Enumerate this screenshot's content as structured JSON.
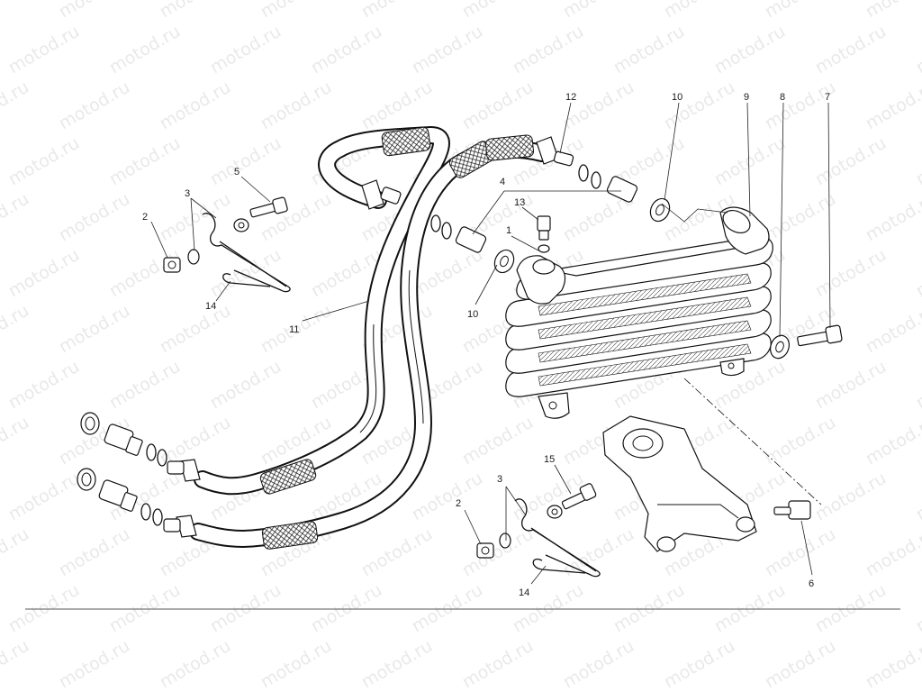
{
  "watermark": {
    "text": "motod.ru",
    "color": "#e9e9e9"
  },
  "callouts": [
    {
      "id": "c12",
      "label": "12"
    },
    {
      "id": "c10a",
      "label": "10"
    },
    {
      "id": "c9",
      "label": "9"
    },
    {
      "id": "c8",
      "label": "8"
    },
    {
      "id": "c7",
      "label": "7"
    },
    {
      "id": "c5",
      "label": "5"
    },
    {
      "id": "c3a",
      "label": "3"
    },
    {
      "id": "c2a",
      "label": "2"
    },
    {
      "id": "c14a",
      "label": "14"
    },
    {
      "id": "c4",
      "label": "4"
    },
    {
      "id": "c13",
      "label": "13"
    },
    {
      "id": "c1",
      "label": "1"
    },
    {
      "id": "c10b",
      "label": "10"
    },
    {
      "id": "c11",
      "label": "11"
    },
    {
      "id": "c15",
      "label": "15"
    },
    {
      "id": "c3b",
      "label": "3"
    },
    {
      "id": "c2b",
      "label": "2"
    },
    {
      "id": "c14b",
      "label": "14"
    },
    {
      "id": "c6",
      "label": "6"
    }
  ],
  "icons": [
    "oil-cooler-icon",
    "oil-hose-icon",
    "banjo-fitting-icon",
    "bolt-icon",
    "washer-icon",
    "o-ring-icon",
    "bracket-icon",
    "hose-clip-icon"
  ]
}
